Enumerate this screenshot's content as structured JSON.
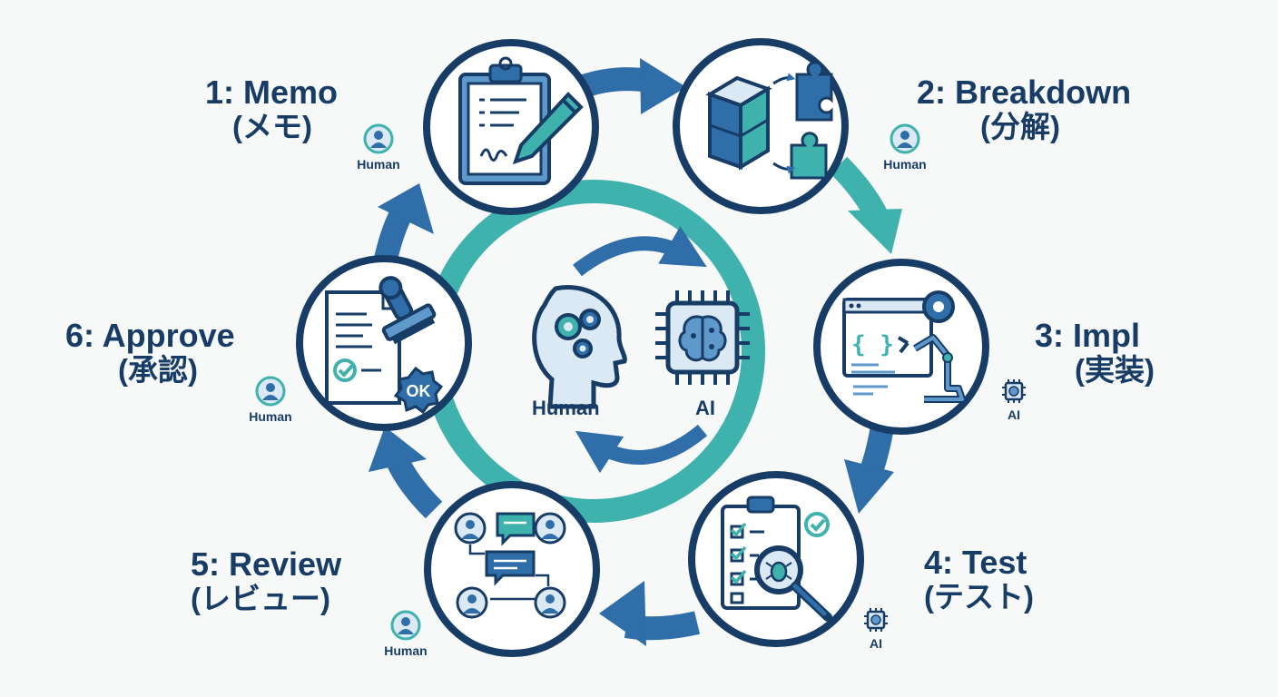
{
  "colors": {
    "navy": "#173c66",
    "blue": "#2f6ea8",
    "blue_light": "#5f99cc",
    "teal": "#3fb2ae",
    "pale": "#dbe9f5",
    "bg": "#f7f8f8"
  },
  "center": {
    "human_label": "Human",
    "ai_label": "AI",
    "human_icon": "human-head-gears-icon",
    "ai_icon": "ai-chip-brain-icon"
  },
  "steps": [
    {
      "id": "memo",
      "title": "1: Memo",
      "subtitle": "(メモ)",
      "role": "Human",
      "icon": "clipboard-pencil-icon"
    },
    {
      "id": "breakdown",
      "title": "2: Breakdown",
      "subtitle": "(分解)",
      "role": "Human",
      "icon": "cube-puzzle-icon"
    },
    {
      "id": "impl",
      "title": "3: Impl",
      "subtitle": "(実装)",
      "role": "AI",
      "icon": "code-robot-arm-icon"
    },
    {
      "id": "test",
      "title": "4: Test",
      "subtitle": "(テスト)",
      "role": "AI",
      "icon": "checklist-bug-icon"
    },
    {
      "id": "review",
      "title": "5: Review",
      "subtitle": "(レビュー)",
      "role": "Human",
      "icon": "people-chat-icon"
    },
    {
      "id": "approve",
      "title": "6: Approve",
      "subtitle": "(承認)",
      "role": "Human",
      "icon": "document-stamp-ok-icon"
    }
  ],
  "stamp_text": "OK"
}
